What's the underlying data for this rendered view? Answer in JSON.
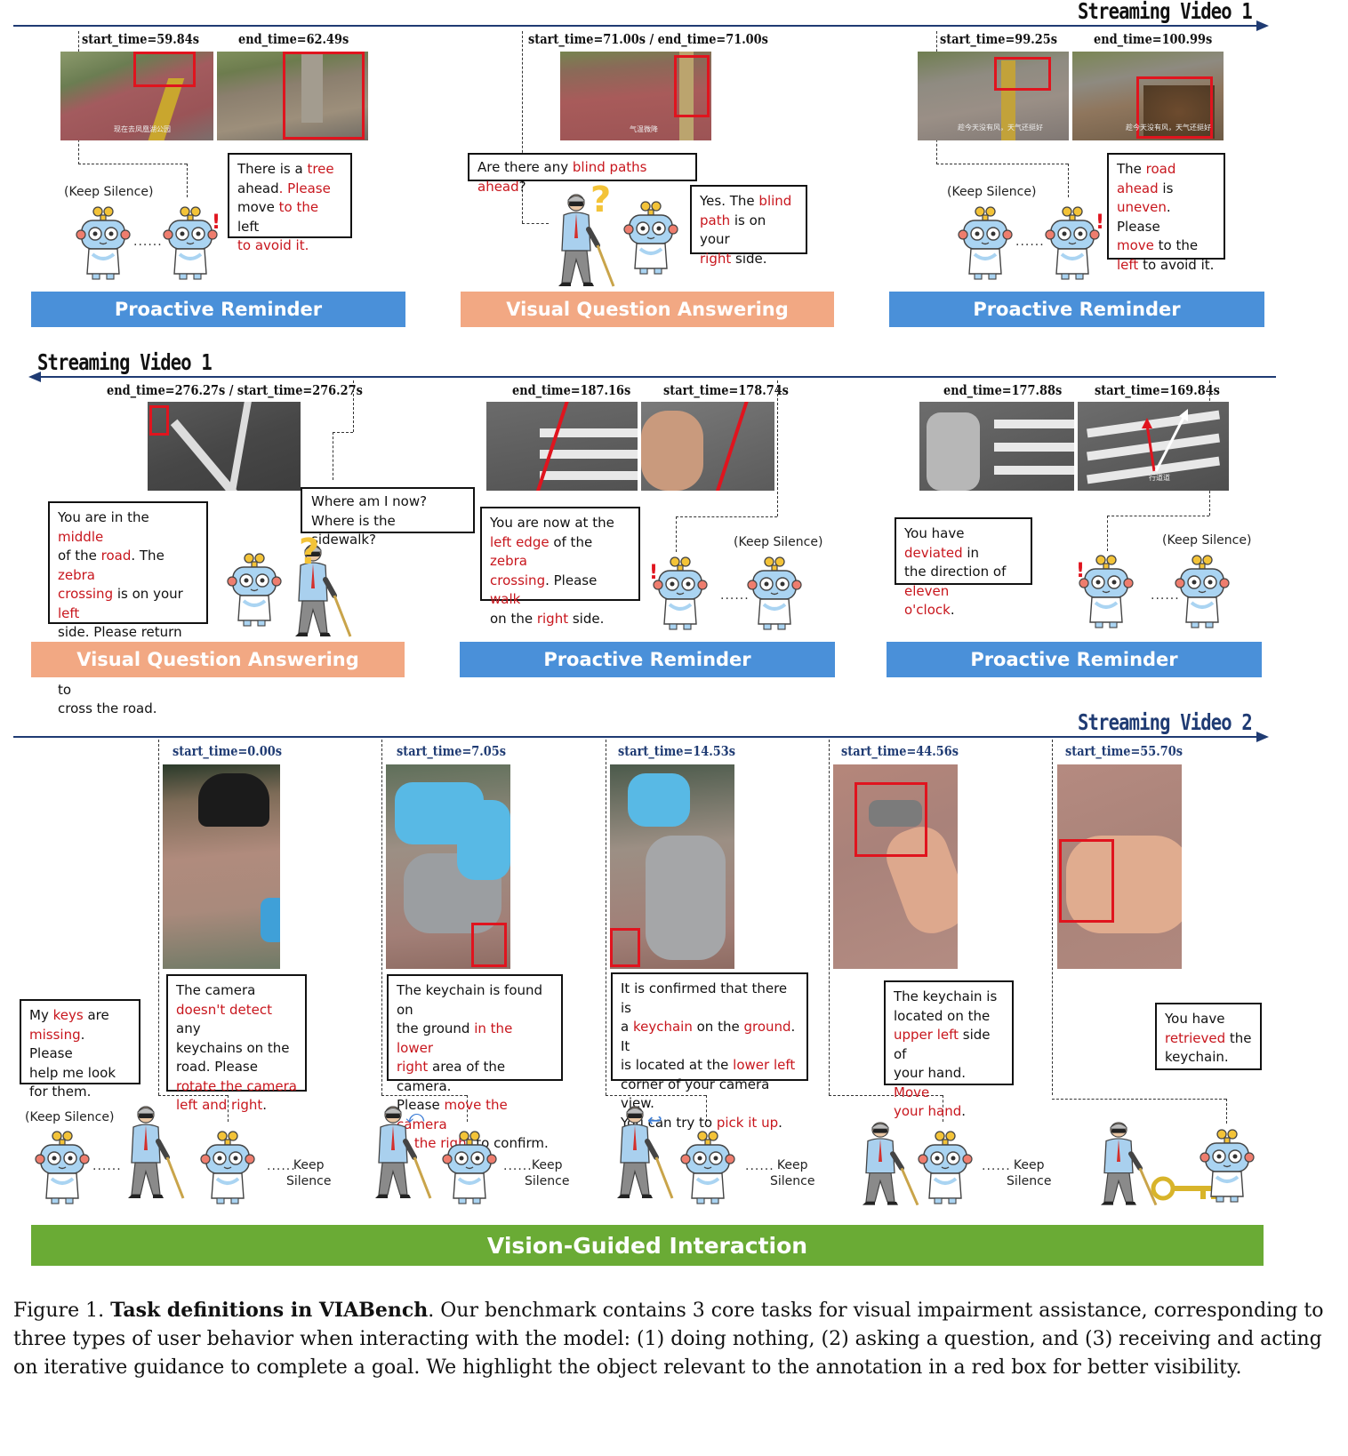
{
  "colors": {
    "accent_red": "#c8161d",
    "timeline": "#1f3b73",
    "proactive": "#4a90d9",
    "vqa": "#f2a883",
    "vgi": "#6aab35"
  },
  "video1": {
    "title": "Streaming Video 1"
  },
  "row1": {
    "t1": "start_time=59.84s",
    "t2": "end_time=62.49s",
    "t3": "start_time=71.00s  /  end_time=71.00s",
    "t4": "start_time=99.25s",
    "t5": "end_time=100.99s",
    "keep1": "(Keep Silence)",
    "keep2": "(Keep Silence)",
    "b1": [
      "There is a ",
      "tree",
      "\nahead",
      ". Please\n",
      "move",
      " to the ",
      "left",
      "\nto avoid it."
    ],
    "q": [
      "Are there any ",
      "blind paths ahead",
      "?"
    ],
    "a": [
      "Yes. The ",
      "blind\npath",
      " is on your\n",
      "right",
      " side."
    ],
    "b3": [
      "The ",
      "road\nahead",
      " is\n",
      "uneven",
      ". Please\n",
      "move",
      " to the\n",
      "left",
      " to avoid it."
    ],
    "banner1": "Proactive Reminder",
    "banner2": "Visual Question Answering",
    "banner3": "Proactive Reminder",
    "subs": [
      "现在去凤凰湖公园",
      "气温微降",
      "趁今天没有风，天气还挺好",
      "趁今天没有风，天气还挺好"
    ]
  },
  "row2": {
    "title": "Streaming Video 1",
    "t1": "end_time=276.27s  / start_time=276.27s",
    "t2": "end_time=187.16s",
    "t3": "start_time=178.74s",
    "t4": "end_time=177.88s",
    "t5": "start_time=169.84s",
    "q": "Where am I now?\nWhere is the sidewalk?",
    "b1": [
      "You are in the ",
      "middle",
      "\nof the ",
      "road",
      ". The ",
      "zebra\ncrossing",
      " is on your ",
      "left",
      "\nside. Please return to\nthe zebra crossing to\ncross the road."
    ],
    "b2": [
      "You are now at the\n",
      "left edge",
      " of the ",
      "zebra\ncrossing",
      ". Please ",
      "walk",
      "\non the ",
      "right",
      " side."
    ],
    "b3": [
      "You have ",
      "deviated",
      " in\nthe direction of ",
      "eleven\no'clock",
      "."
    ],
    "keep1": "(Keep Silence)",
    "keep2": "(Keep Silence)",
    "banner1": "Visual Question Answering",
    "banner2": "Proactive Reminder",
    "banner3": "Proactive Reminder",
    "sub": "行道道"
  },
  "row3": {
    "title": "Streaming Video 2",
    "t": [
      "start_time=0.00s",
      "start_time=7.05s",
      "start_time=14.53s",
      "start_time=44.56s",
      "start_time=55.70s"
    ],
    "user": [
      "My ",
      "keys",
      " are\n",
      "missing",
      ". Please\nhelp me look\nfor them."
    ],
    "b1": [
      "The camera\n",
      "doesn't detect",
      " any\nkeychains on the\nroad. Please\n",
      "rotate the camera\nleft and right",
      "."
    ],
    "b2": [
      "The keychain is found on\nthe ground ",
      "in the lower\nright",
      " area of the camera.\nPlease ",
      "move the camera\nto the right",
      " to confirm."
    ],
    "b3": [
      "It is confirmed that there is\na ",
      "keychain",
      " on the ",
      "ground",
      ". It\nis located at the ",
      "lower left",
      "\ncorner of your camera view.\nYou can try to ",
      "pick it up",
      "."
    ],
    "b4": [
      "The keychain is\nlocated on the\n",
      "upper left",
      " side of\nyour hand. ",
      "Move\nyour hand",
      "."
    ],
    "b5": [
      "You have\n",
      "retrieved",
      " the\nkeychain."
    ],
    "keep0": "(Keep Silence)",
    "keep": "Keep\nSilence",
    "banner": "Vision-Guided Interaction"
  },
  "caption": {
    "label": "Figure 1. ",
    "bold": "Task definitions in VIABench",
    "text": ". Our benchmark contains 3 core tasks for visual impairment assistance, corresponding to three types of user behavior when interacting with the model: (1) doing nothing, (2) asking a question, and (3) receiving and acting on iterative guidance to complete a goal. We highlight the object relevant to the annotation in a red box for better visibility."
  }
}
